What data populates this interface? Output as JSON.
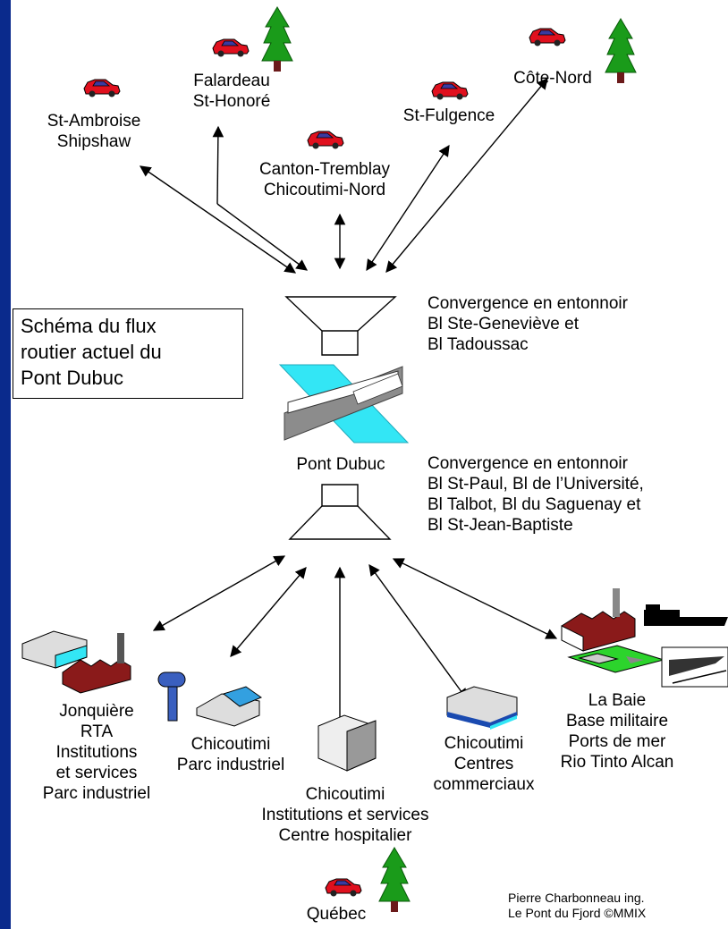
{
  "title": [
    "Schéma du flux",
    "routier actuel du",
    "Pont Dubuc"
  ],
  "bridge_label": "Pont Dubuc",
  "top_funnel_note": [
    "Convergence en entonnoir",
    "Bl Ste-Geneviève et",
    "Bl Tadoussac"
  ],
  "bottom_funnel_note": [
    "Convergence en entonnoir",
    "Bl St-Paul, Bl de l’Université,",
    "Bl Talbot, Bl du Saguenay et",
    "Bl St-Jean-Baptiste"
  ],
  "north_destinations": [
    {
      "lines": [
        "St-Ambroise",
        "Shipshaw"
      ]
    },
    {
      "lines": [
        "Falardeau",
        "St-Honoré"
      ]
    },
    {
      "lines": [
        "Canton-Tremblay",
        "Chicoutimi-Nord"
      ]
    },
    {
      "lines": [
        "St-Fulgence"
      ]
    },
    {
      "lines": [
        "Côte-Nord"
      ]
    }
  ],
  "south_destinations": [
    {
      "lines": [
        "Jonquière",
        "RTA",
        "Institutions",
        "et services",
        "Parc industriel"
      ]
    },
    {
      "lines": [
        "Chicoutimi",
        "Parc industriel"
      ]
    },
    {
      "lines": [
        "Chicoutimi",
        "Institutions et services",
        "Centre hospitalier"
      ]
    },
    {
      "lines": [
        "Chicoutimi",
        "Centres",
        "commerciaux"
      ]
    },
    {
      "lines": [
        "La Baie",
        "Base militaire",
        "Ports de mer",
        "Rio Tinto Alcan"
      ]
    }
  ],
  "outside_destination": "Québec",
  "credit": [
    "Pierre Charbonneau ing.",
    "Le Pont du Fjord ©MMIX"
  ],
  "colors": {
    "background": "#0a2a8c",
    "water": "#33e6f5",
    "road": "#8c8c8c",
    "car": "#e0101e",
    "tree": "#1a9b1a",
    "factory": "#8a1a1a"
  }
}
